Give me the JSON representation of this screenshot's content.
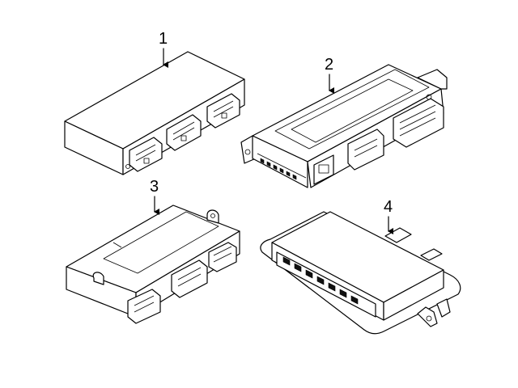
{
  "diagram": {
    "callouts": [
      {
        "number": "1",
        "part": "module-1"
      },
      {
        "number": "2",
        "part": "module-2"
      },
      {
        "number": "3",
        "part": "module-3"
      },
      {
        "number": "4",
        "part": "module-4"
      }
    ]
  }
}
